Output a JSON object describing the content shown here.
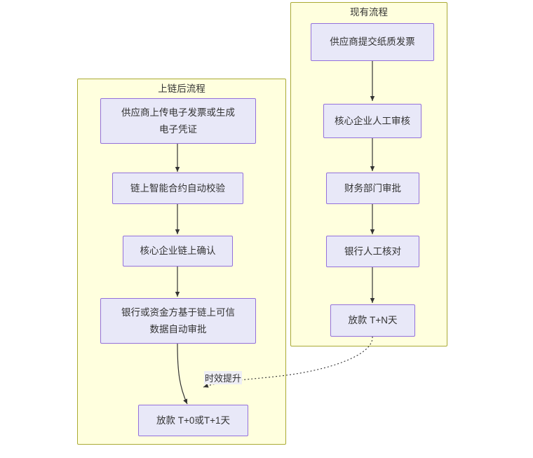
{
  "diagram": {
    "type": "flowchart",
    "direction": "top-to-bottom",
    "background_color": "#ffffff",
    "cluster_fill": "#ffffde",
    "cluster_stroke": "#aaaa33",
    "node_fill": "#e8e8f8",
    "node_stroke": "#9370db",
    "text_color": "#333333",
    "edge_color": "#333333"
  },
  "clusters": {
    "existing": {
      "title": "现有流程",
      "nodes": [
        {
          "id": "e1",
          "label": "供应商提交纸质发票"
        },
        {
          "id": "e2",
          "label": "核心企业人工审核"
        },
        {
          "id": "e3",
          "label": "财务部门审批"
        },
        {
          "id": "e4",
          "label": "银行人工核对"
        },
        {
          "id": "e5",
          "label": "放款 T+N天"
        }
      ]
    },
    "onchain": {
      "title": "上链后流程",
      "nodes": [
        {
          "id": "c1",
          "label": "供应商上传电子发票或生成\n电子凭证"
        },
        {
          "id": "c2",
          "label": "链上智能合约自动校验"
        },
        {
          "id": "c3",
          "label": "核心企业链上确认"
        },
        {
          "id": "c4",
          "label": "银行或资金方基于链上可信\n数据自动审批"
        },
        {
          "id": "c5",
          "label": "放款 T+0或T+1天"
        }
      ]
    }
  },
  "edges": [
    {
      "from": "e1",
      "to": "e2",
      "style": "solid",
      "label": ""
    },
    {
      "from": "e2",
      "to": "e3",
      "style": "solid",
      "label": ""
    },
    {
      "from": "e3",
      "to": "e4",
      "style": "solid",
      "label": ""
    },
    {
      "from": "e4",
      "to": "e5",
      "style": "solid",
      "label": ""
    },
    {
      "from": "c1",
      "to": "c2",
      "style": "solid",
      "label": ""
    },
    {
      "from": "c2",
      "to": "c3",
      "style": "solid",
      "label": ""
    },
    {
      "from": "c3",
      "to": "c4",
      "style": "solid",
      "label": ""
    },
    {
      "from": "c4",
      "to": "c5",
      "style": "solid",
      "label": ""
    },
    {
      "from": "e5",
      "to": "c5",
      "style": "dotted",
      "label": "时效提升"
    }
  ],
  "labels": {
    "efficiency": "时效提升"
  }
}
